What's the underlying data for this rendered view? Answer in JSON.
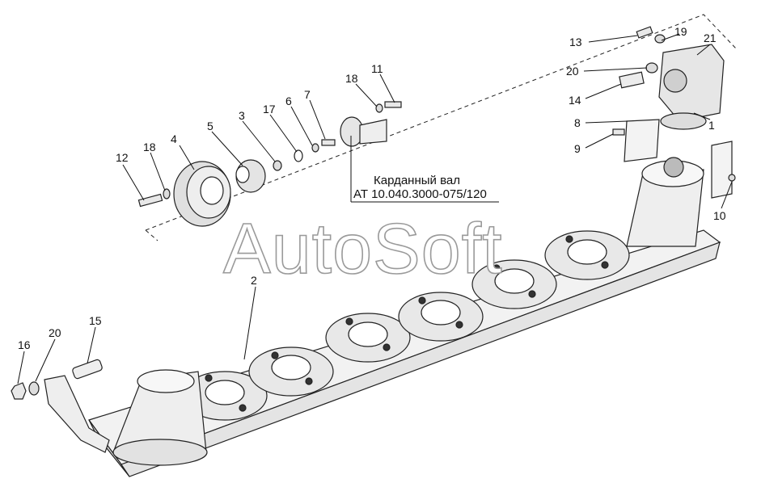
{
  "watermark": "AutoSoft",
  "caption": {
    "line1": "Карданный вал",
    "line2": "АТ 10.040.3000-075/120"
  },
  "callouts": [
    {
      "id": "c13",
      "label": "13"
    },
    {
      "id": "c19",
      "label": "19"
    },
    {
      "id": "c21",
      "label": "21"
    },
    {
      "id": "c20a",
      "label": "20"
    },
    {
      "id": "c14",
      "label": "14"
    },
    {
      "id": "c1",
      "label": "1"
    },
    {
      "id": "c8",
      "label": "8"
    },
    {
      "id": "c9",
      "label": "9"
    },
    {
      "id": "c10",
      "label": "10"
    },
    {
      "id": "c11",
      "label": "11"
    },
    {
      "id": "c18a",
      "label": "18"
    },
    {
      "id": "c7",
      "label": "7"
    },
    {
      "id": "c6",
      "label": "6"
    },
    {
      "id": "c17",
      "label": "17"
    },
    {
      "id": "c3",
      "label": "3"
    },
    {
      "id": "c5",
      "label": "5"
    },
    {
      "id": "c4",
      "label": "4"
    },
    {
      "id": "c18b",
      "label": "18"
    },
    {
      "id": "c12",
      "label": "12"
    },
    {
      "id": "c2",
      "label": "2"
    },
    {
      "id": "c15",
      "label": "15"
    },
    {
      "id": "c16",
      "label": "16"
    },
    {
      "id": "c20b",
      "label": "20"
    }
  ]
}
